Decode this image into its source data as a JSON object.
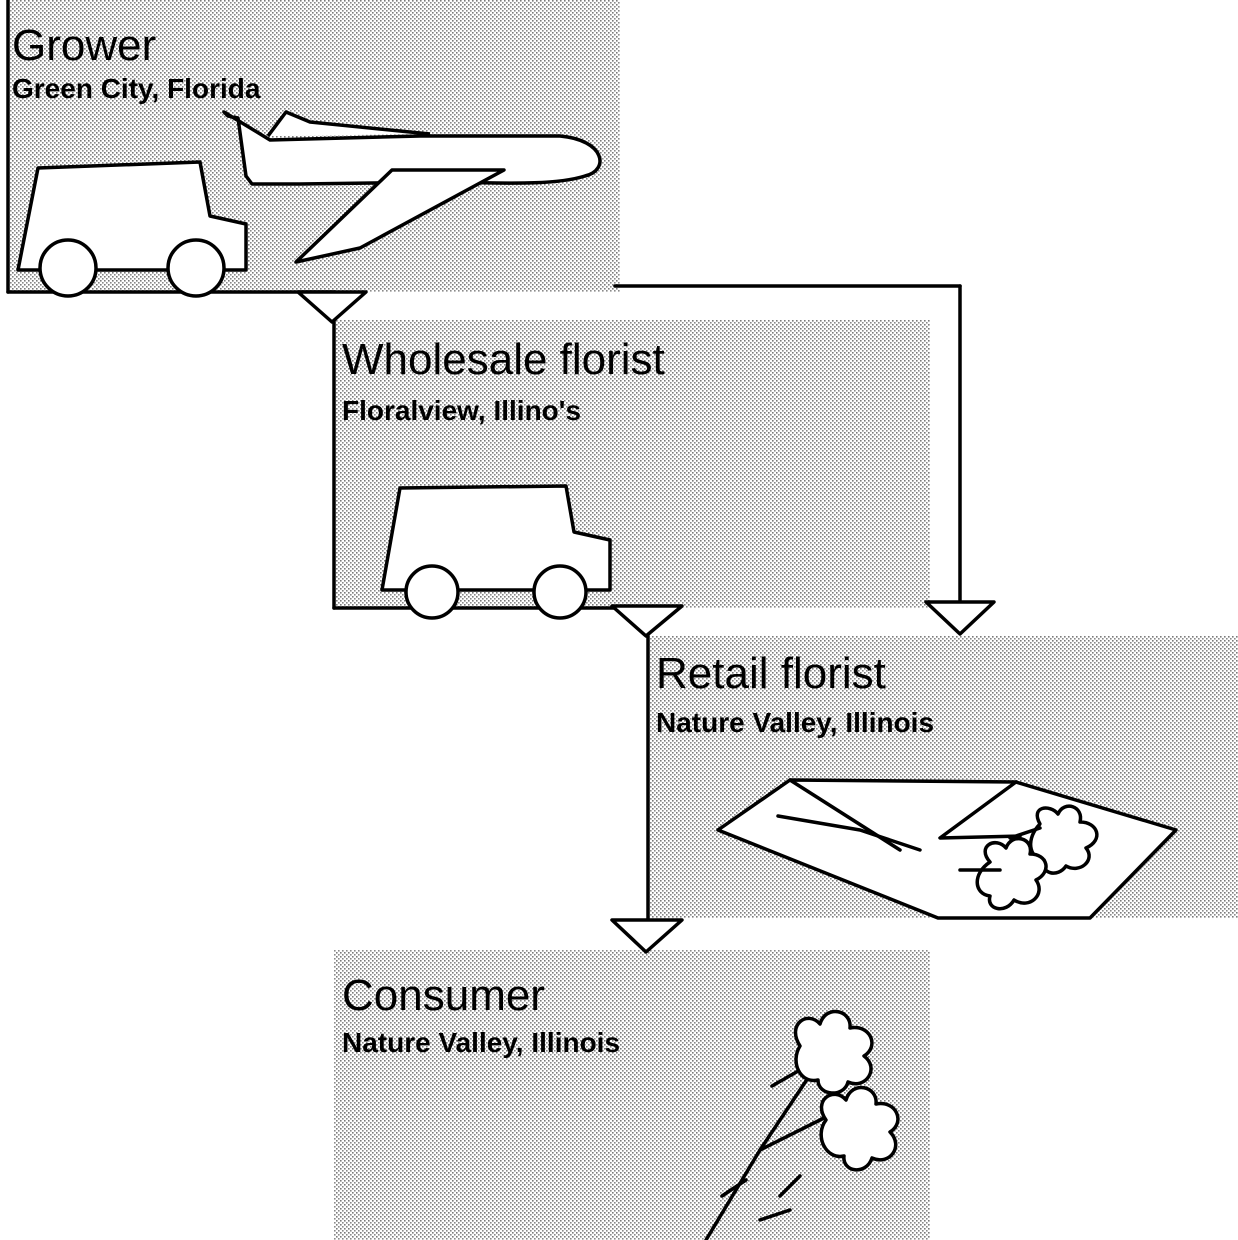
{
  "stages": [
    {
      "name": "Grower",
      "location": "Green City, Florida"
    },
    {
      "name": "Wholesale florist",
      "location": "Floralview, Illino's"
    },
    {
      "name": "Retail florist",
      "location": "Nature Valley, Illinois"
    },
    {
      "name": "Consumer",
      "location": "Nature Valley, Illinois"
    }
  ],
  "colors": {
    "panel_fill": "#d2d2d2",
    "line": "#000000",
    "background": "#ffffff"
  },
  "icons": [
    "truck-icon",
    "airplane-icon",
    "flower-box-icon",
    "carnation-icon"
  ]
}
